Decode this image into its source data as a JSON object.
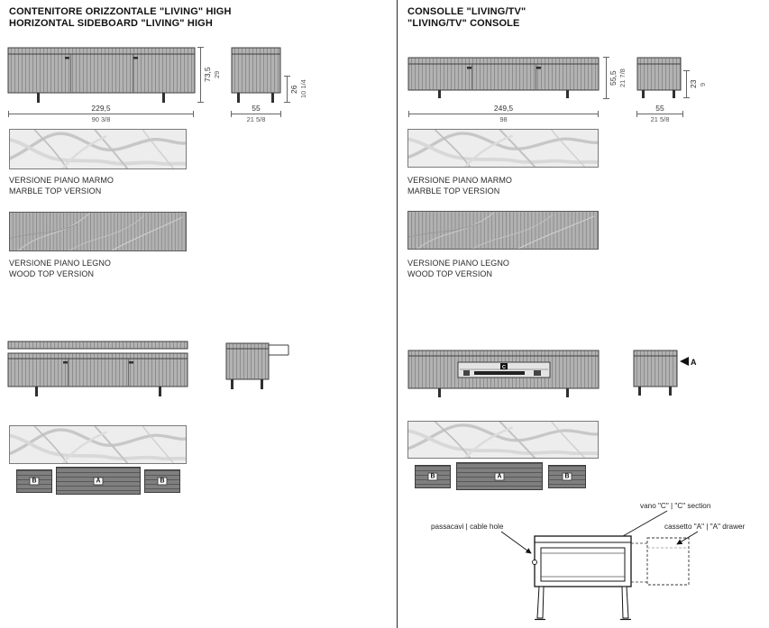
{
  "left": {
    "title_it": "CONTENITORE ORIZZONTALE \"LIVING\" HIGH",
    "title_en": "HORIZONTAL SIDEBOARD \"LIVING\" HIGH",
    "front_dims": {
      "width_cm": "229,5",
      "width_in": "90 3/8",
      "height_cm": "73,5",
      "height_in": "29"
    },
    "side_dims": {
      "width_cm": "55",
      "width_in": "21 5/8",
      "height_cm": "26",
      "height_in": "10 1/4"
    },
    "marble_label_it": "VERSIONE PIANO MARMO",
    "marble_label_en": "MARBLE TOP VERSION",
    "wood_label_it": "VERSIONE PIANO LEGNO",
    "wood_label_en": "WOOD TOP VERSION",
    "compartments": [
      "B",
      "A",
      "B"
    ]
  },
  "right": {
    "title_it": "CONSOLLE \"LIVING/TV\"",
    "title_en": "\"LIVING/TV\" CONSOLE",
    "front_dims": {
      "width_cm": "249,5",
      "width_in": "98",
      "height_cm": "55,5",
      "height_in": "21 7/8"
    },
    "side_dims": {
      "width_cm": "55",
      "width_in": "21 5/8",
      "height_cm": "23",
      "height_in": "9"
    },
    "marble_label_it": "VERSIONE PIANO MARMO",
    "marble_label_en": "MARBLE TOP VERSION",
    "wood_label_it": "VERSIONE PIANO LEGNO",
    "wood_label_en": "WOOD TOP VERSION",
    "compartments": [
      "B",
      "A",
      "B"
    ],
    "section_marker": "A",
    "niche_label": "C",
    "detail": {
      "vano": "vano \"C\"  |  \"C\" section",
      "passacavi": "passacavi  |  cable hole",
      "cassetto": "cassetto \"A\"  |  \"A\" drawer"
    }
  }
}
